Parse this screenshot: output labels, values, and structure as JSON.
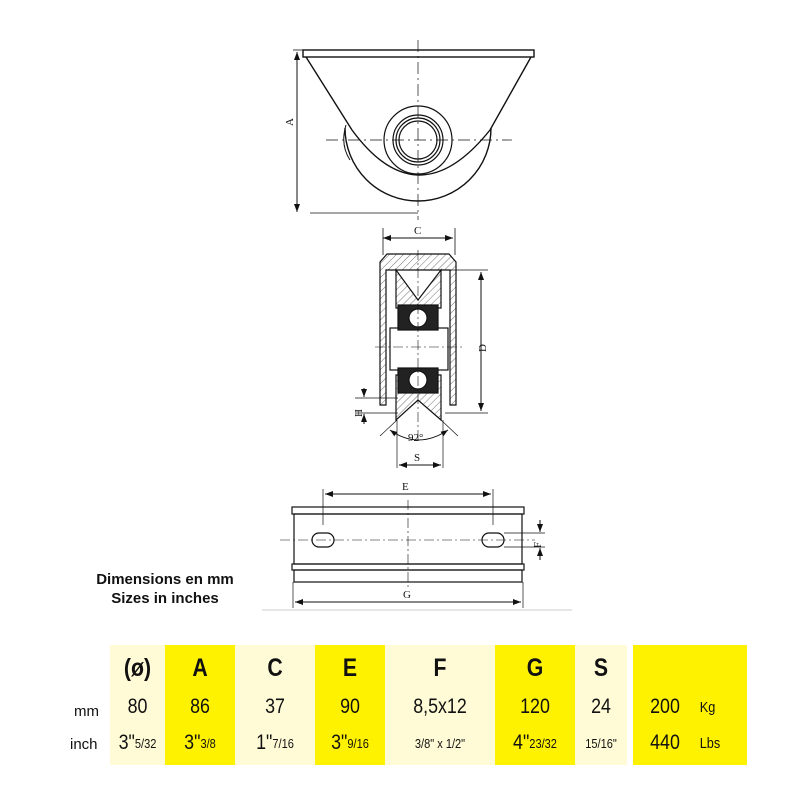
{
  "caption": {
    "line1": "Dimensions en mm",
    "line2": "Sizes in inches"
  },
  "drawing_labels": {
    "A": "A",
    "C": "C",
    "D": "D",
    "H": "H",
    "angle": "92°",
    "S": "S",
    "E": "E",
    "F": "F",
    "G": "G"
  },
  "table": {
    "row_labels": {
      "mm": "mm",
      "inch": "inch"
    },
    "columns": [
      {
        "header": "(ø)",
        "mm": "80",
        "inch_main": "3\"",
        "inch_frac": "5/32"
      },
      {
        "header": "A",
        "mm": "86",
        "inch_main": "3\"",
        "inch_frac": "3/8"
      },
      {
        "header": "C",
        "mm": "37",
        "inch_main": "1\"",
        "inch_frac": "7/16"
      },
      {
        "header": "E",
        "mm": "90",
        "inch_main": "3\"",
        "inch_frac": "9/16"
      },
      {
        "header": "F",
        "mm": "8,5x12",
        "inch_main": "",
        "inch_frac": "3/8\" x 1/2\""
      },
      {
        "header": "G",
        "mm": "120",
        "inch_main": "4\"",
        "inch_frac": "23/32"
      },
      {
        "header": "S",
        "mm": "24",
        "inch_main": "",
        "inch_frac": "15/16\""
      }
    ],
    "load": {
      "kg": "200",
      "kg_unit": "Kg",
      "lbs": "440",
      "lbs_unit": "Lbs"
    }
  },
  "colors": {
    "yellow": "#fff200",
    "light": "#fffbd6"
  }
}
